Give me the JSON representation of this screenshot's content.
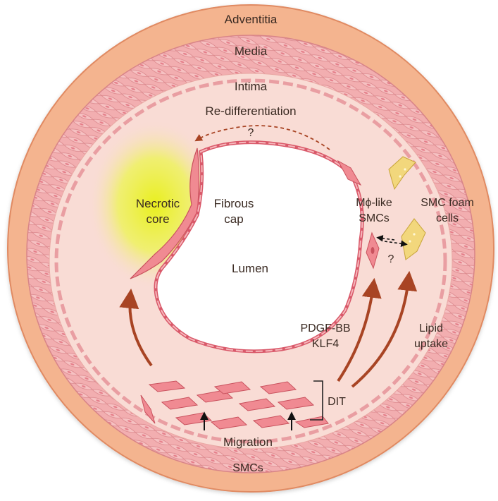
{
  "diagram": {
    "layers": {
      "adventitia": "Adventitia",
      "media": "Media",
      "intima": "Intima",
      "lumen": "Lumen"
    },
    "labels": {
      "re_differentiation": "Re-differentiation",
      "question_top": "?",
      "necrotic_core_line1": "Necrotic",
      "necrotic_core_line2": "core",
      "fibrous_cap_line1": "Fibrous",
      "fibrous_cap_line2": "cap",
      "mphi_smcs_line1": "Mϕ-like",
      "mphi_smcs_line2": "SMCs",
      "smc_foam_line1": "SMC foam",
      "smc_foam_line2": "cells",
      "question_mid": "?",
      "pdgf_bb": "PDGF-BB",
      "klf4": "KLF4",
      "lipid_line1": "Lipid",
      "lipid_line2": "uptake",
      "dit": "DIT",
      "migration": "Migration",
      "smcs": "SMCs"
    },
    "colors": {
      "adventitia": "#f4b48f",
      "media": "#f0a8a6",
      "intima": "#f9dcd5",
      "lumen": "#ffffff",
      "cell_fill": "#f08a92",
      "cell_nucleus": "#c9525e",
      "arrow": "#a84424",
      "foam_fill": "#f2d77c",
      "necrotic": "#e2e81c"
    }
  }
}
